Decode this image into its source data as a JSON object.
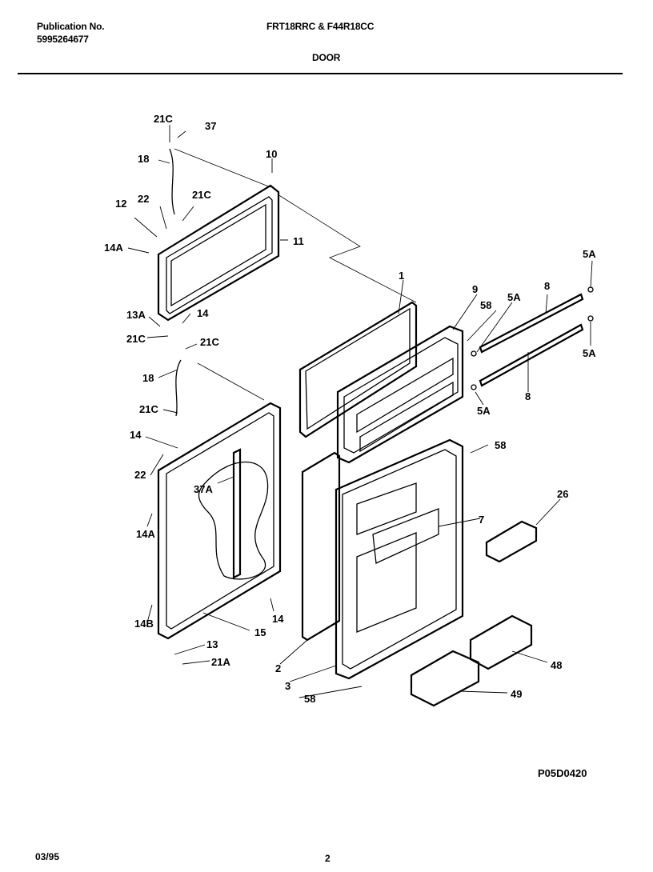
{
  "header": {
    "publication_label": "Publication No.",
    "publication_number": "5995264677",
    "model": "FRT18RRC & F44R18CC",
    "section": "DOOR"
  },
  "diagram": {
    "code": "P05D0420",
    "labels": {
      "l21c_top": "21C",
      "l37_top": "37",
      "l18_top": "18",
      "l10": "10",
      "l12": "12",
      "l22_top": "22",
      "l21c_mid": "21C",
      "l14a_top": "14A",
      "l11": "11",
      "l13a": "13A",
      "l14_a": "14",
      "l21c_l1": "21C",
      "l21c_r1": "21C",
      "l18_low": "18",
      "l21c_l2": "21C",
      "l14_b": "14",
      "l22_low": "22",
      "l37a": "37A",
      "l14a_low": "14A",
      "l14b": "14B",
      "l14_c": "14",
      "l15": "15",
      "l13": "13",
      "l21a": "21A",
      "l1": "1",
      "l9": "9",
      "l58_a": "58",
      "l5a_1": "5A",
      "l8_a": "8",
      "l5a_2": "5A",
      "l5a_3": "5A",
      "l5a_4": "5A",
      "l8_b": "8",
      "l58_b": "58",
      "l26": "26",
      "l7": "7",
      "l2": "2",
      "l3": "3",
      "l58_c": "58",
      "l48": "48",
      "l49": "49"
    }
  },
  "footer": {
    "date": "03/95",
    "page": "2"
  }
}
